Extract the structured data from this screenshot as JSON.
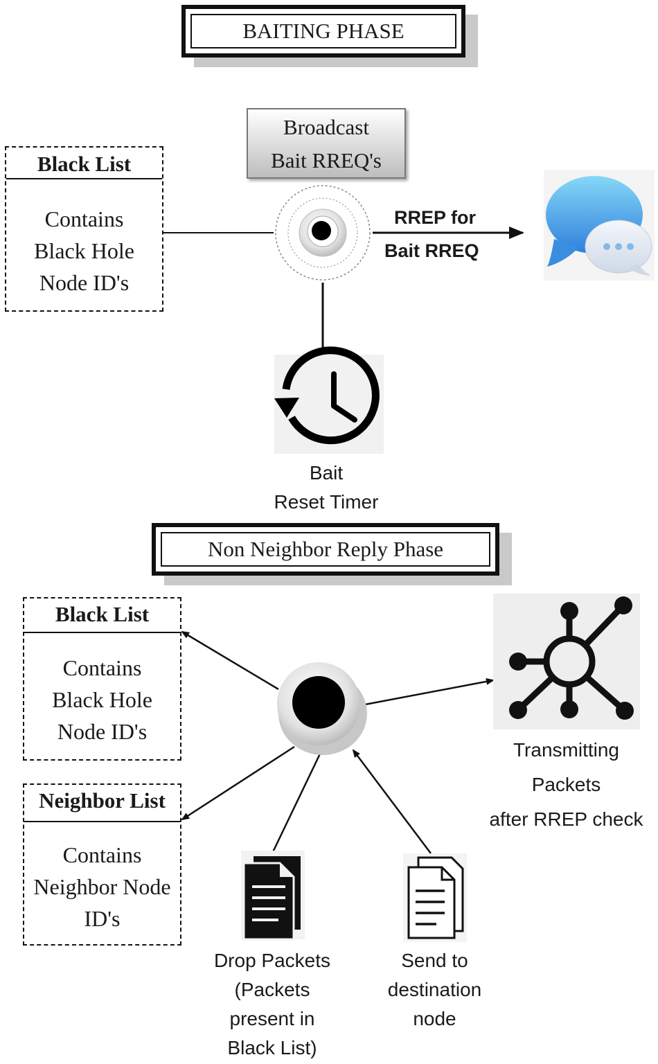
{
  "baiting": {
    "title": "BAITING PHASE",
    "broadcast_line1": "Broadcast",
    "broadcast_line2": "Bait RREQ's",
    "black_list": {
      "header": "Black List",
      "lines": [
        "Contains",
        "Black Hole",
        "Node ID's"
      ]
    },
    "rrep_line1": "RREP for",
    "rrep_line2": "Bait RREQ",
    "timer_line1": "Bait",
    "timer_line2": "Reset Timer"
  },
  "non_neighbor": {
    "title": "Non Neighbor Reply Phase",
    "black_list": {
      "header": "Black List",
      "lines": [
        "Contains",
        "Black Hole",
        "Node ID's"
      ]
    },
    "neighbor_list": {
      "header": "Neighbor List",
      "lines": [
        "Contains",
        "Neighbor Node",
        "ID's"
      ]
    },
    "transmit_lines": [
      "Transmitting",
      "Packets",
      "after RREP check"
    ],
    "drop_lines": [
      "Drop Packets",
      "(Packets",
      "present in",
      "Black List)"
    ],
    "send_lines": [
      "Send to",
      "destination",
      "node"
    ]
  },
  "icons": [
    "node-icon",
    "message-bubble-icon",
    "history-clock-icon",
    "network-hub-icon",
    "document-dark-icon",
    "document-light-icon"
  ],
  "colors": {
    "bubble_light": "#7fd0f5",
    "bubble_dark": "#3a8ee0",
    "ink": "#111111"
  }
}
